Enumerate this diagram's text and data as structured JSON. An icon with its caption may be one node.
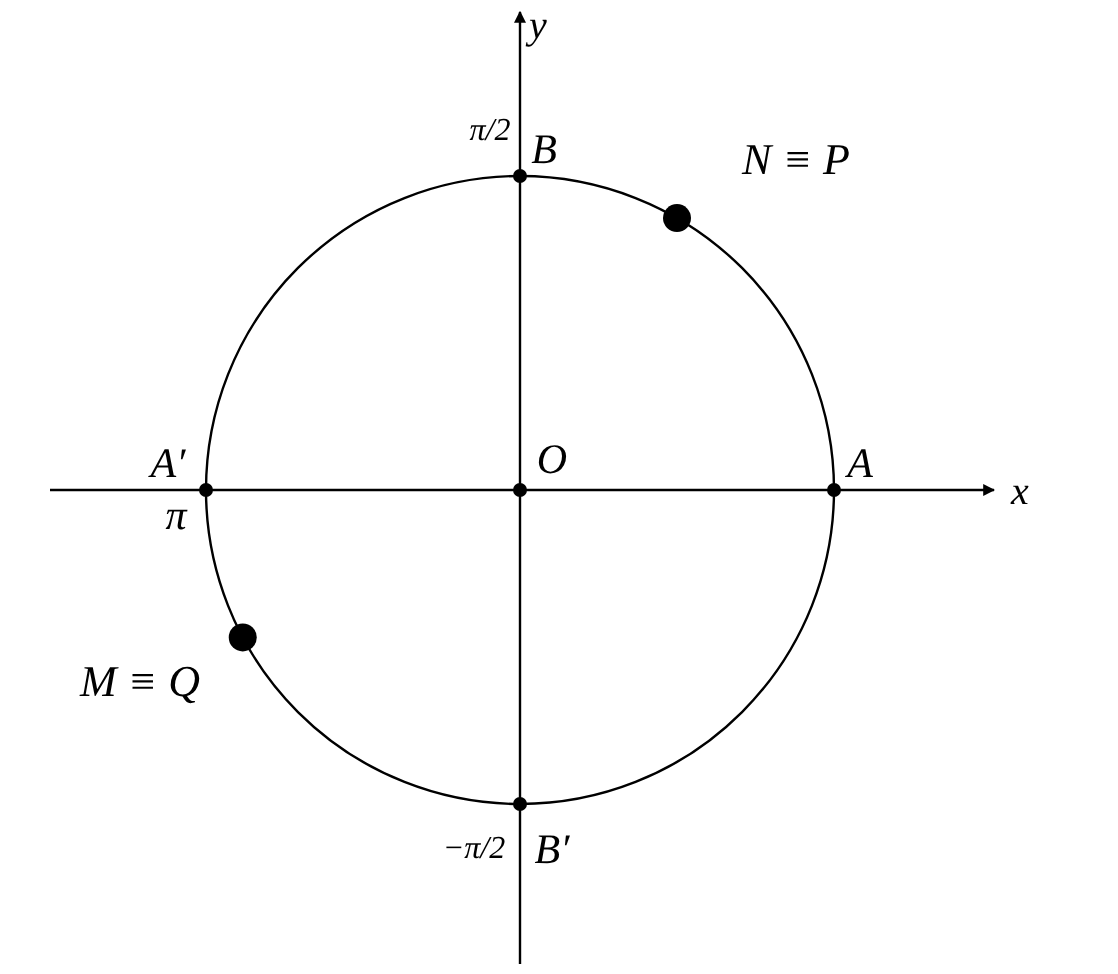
{
  "diagram": {
    "labels": [
      "y",
      "π/2",
      "B",
      "N ≡ P",
      "A′",
      "O",
      "A",
      "x",
      "π",
      "M ≡ Q",
      "−π/2",
      "B′"
    ]
  }
}
